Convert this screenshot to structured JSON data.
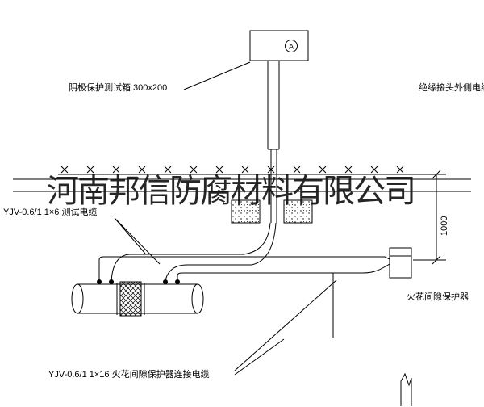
{
  "drawing": {
    "labels": {
      "test_box": "阴极保护测试箱 300x200",
      "outer_cable": "绝缘接头外侧电缆",
      "test_cable": "YJV-0.6/1  1×6   测试电缆",
      "spark_gap": "火花间隙保护器",
      "spark_cable": "YJV-0.6/1  1×16   火花间隙保护器连接电缆",
      "dim_height": "1000",
      "meter": "A"
    },
    "watermark": "河南邦信防腐材料有限公司",
    "colors": {
      "line": "#000000",
      "background": "#ffffff"
    }
  }
}
